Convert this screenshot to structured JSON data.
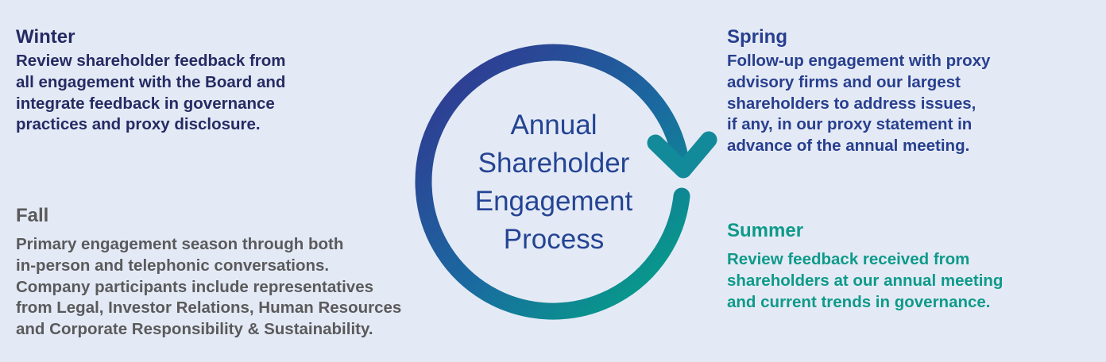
{
  "center": {
    "lines": [
      "Annual",
      "Shareholder",
      "Engagement",
      "Process"
    ]
  },
  "winter": {
    "title": "Winter",
    "lines": [
      "Review shareholder feedback from",
      "all engagement with the Board and",
      "integrate feedback in governance",
      "practices and proxy disclosure."
    ]
  },
  "fall": {
    "title": "Fall",
    "lines": [
      "Primary engagement season through both",
      "in-person and telephonic conversations.",
      "Company participants include representatives",
      "from Legal, Investor Relations, Human Resources",
      "and Corporate Responsibility & Sustainability."
    ]
  },
  "spring": {
    "title": "Spring",
    "lines": [
      "Follow-up engagement with proxy",
      "advisory firms and our largest",
      "shareholders to address issues,",
      "if any, in our proxy statement in",
      "advance of  the annual meeting."
    ]
  },
  "summer": {
    "title": "Summer",
    "lines": [
      "Review feedback received from",
      "shareholders at our annual meeting",
      "and current trends in governance."
    ]
  },
  "colors": {
    "gradient_start": "#2e3f94",
    "gradient_end": "#079a8a",
    "background": "#e4eaf5"
  }
}
